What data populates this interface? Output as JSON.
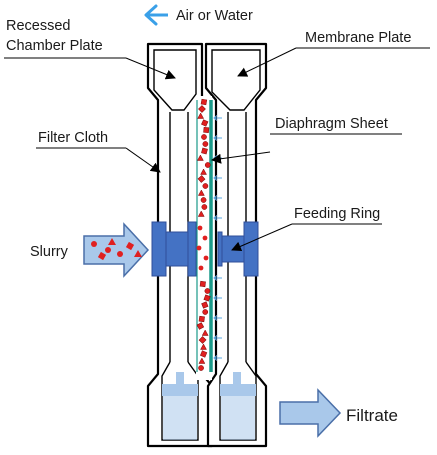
{
  "labels": {
    "air_or_water": "Air or Water",
    "recessed_line1": "Recessed",
    "recessed_line2": "Chamber Plate",
    "membrane_plate": "Membrane Plate",
    "diaphragm_sheet": "Diaphragm Sheet",
    "filter_cloth": "Filter Cloth",
    "feeding_ring": "Feeding Ring",
    "slurry": "Slurry",
    "filtrate": "Filtrate"
  },
  "colors": {
    "feeding_ring": "#4472c4",
    "feeding_ring_edge": "#2f4f9a",
    "slurry_particles": "#e02020",
    "diaphragm": "#1a9a8a",
    "light_blue_fill": "#a9c8ea",
    "arrow_blue": "#5aa9e6",
    "outline": "#000000"
  },
  "icons": {
    "air_arrow": "arrow-left-icon",
    "slurry_arrow": "block-arrow-right-icon",
    "filtrate_arrow": "block-arrow-right-icon"
  }
}
